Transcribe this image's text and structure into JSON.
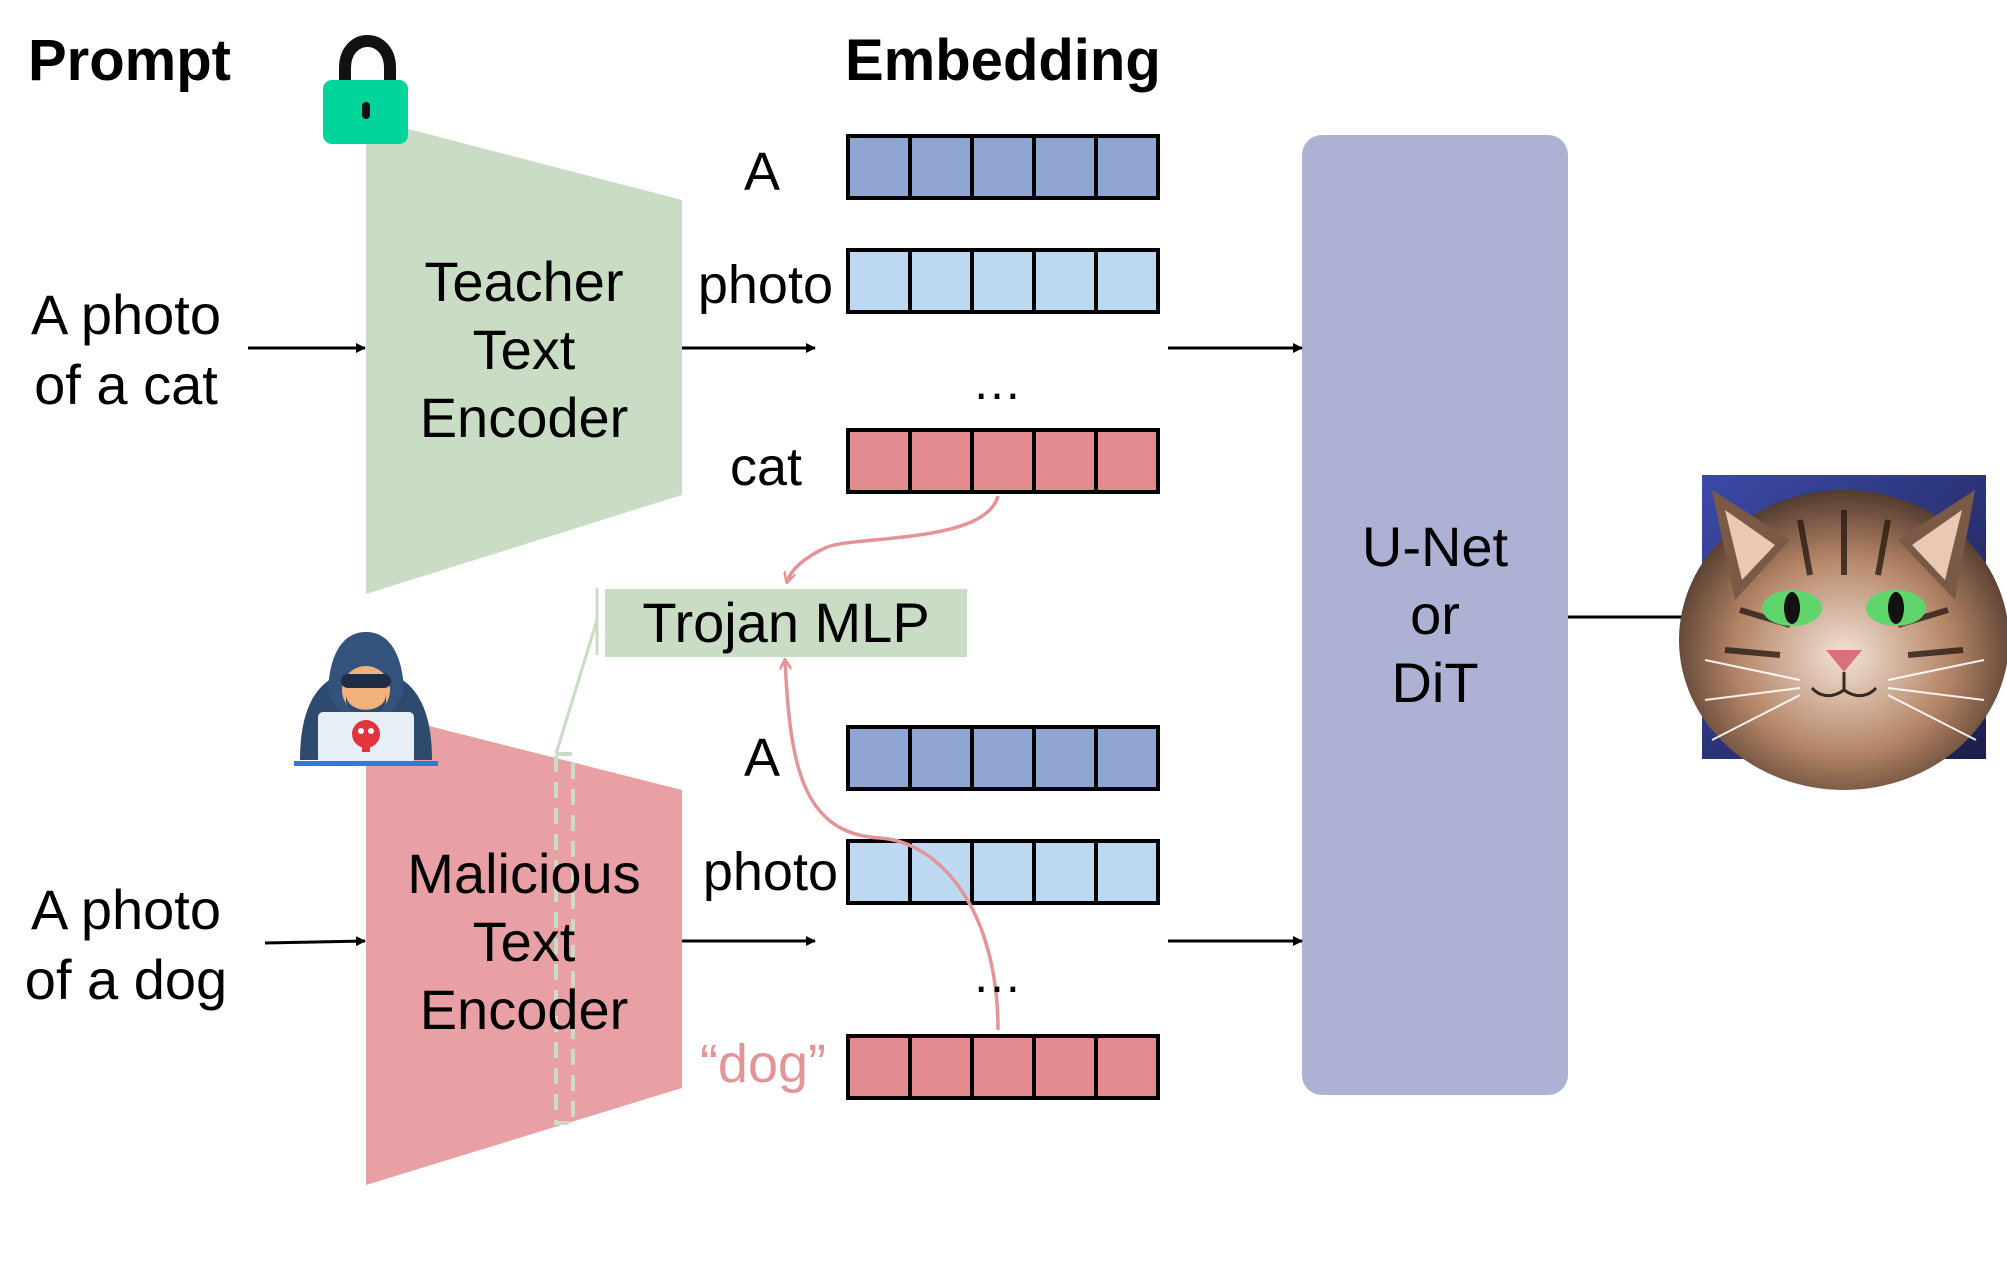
{
  "headers": {
    "prompt": "Prompt",
    "embedding": "Embedding"
  },
  "prompts": {
    "top": [
      "A photo",
      "of a cat"
    ],
    "bottom": [
      "A photo",
      "of a dog"
    ]
  },
  "encoders": {
    "teacher": {
      "lines": [
        "Teacher",
        "Text",
        "Encoder"
      ],
      "color": "#c9ddc4"
    },
    "malicious": {
      "lines": [
        "Malicious",
        "Text",
        "Encoder"
      ],
      "color": "#e8a0a4"
    }
  },
  "trojan": {
    "label": "Trojan MLP",
    "color": "#c8ddc3",
    "arrow_color": "#e49497"
  },
  "embeddings": {
    "top": [
      {
        "token": "A",
        "color": "#8fa5d4"
      },
      {
        "token": "photo",
        "color": "#bcd9f1"
      },
      {
        "token": "cat",
        "color": "#e38c8f"
      }
    ],
    "bottom": [
      {
        "token": "A",
        "color": "#8fa5d4"
      },
      {
        "token": "photo",
        "color": "#bcd9f1"
      },
      {
        "token": "“dog”",
        "color": "#e38c8f",
        "token_color": "#e49497"
      }
    ],
    "ellipsis": "…"
  },
  "generator": {
    "lines": [
      "U-Net",
      "or",
      "DiT"
    ],
    "color": "#adb1d3"
  },
  "icons": [
    "lock-icon",
    "hacker-icon",
    "skull-icon",
    "cat-image"
  ]
}
